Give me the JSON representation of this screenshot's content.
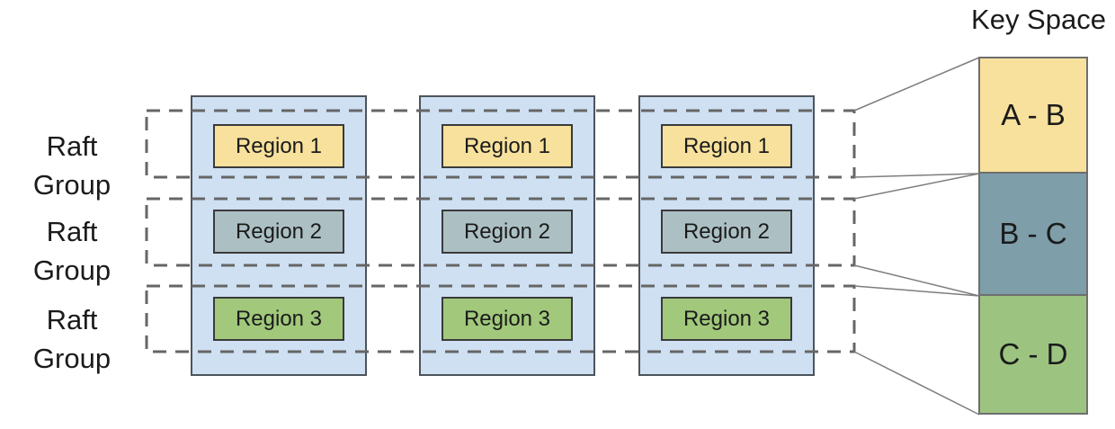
{
  "raft_groups": [
    {
      "line1": "Raft",
      "line2": "Group"
    },
    {
      "line1": "Raft",
      "line2": "Group"
    },
    {
      "line1": "Raft",
      "line2": "Group"
    }
  ],
  "nodes": [
    {
      "regions": [
        {
          "label": "Region 1",
          "color": "#F7E19C"
        },
        {
          "label": "Region 2",
          "color": "#ACC0C4"
        },
        {
          "label": "Region 3",
          "color": "#A1C87B"
        }
      ]
    },
    {
      "regions": [
        {
          "label": "Region 1",
          "color": "#F7E19C"
        },
        {
          "label": "Region 2",
          "color": "#ACC0C4"
        },
        {
          "label": "Region 3",
          "color": "#A1C87B"
        }
      ]
    },
    {
      "regions": [
        {
          "label": "Region 1",
          "color": "#F7E19C"
        },
        {
          "label": "Region 2",
          "color": "#ACC0C4"
        },
        {
          "label": "Region 3",
          "color": "#A1C87B"
        }
      ]
    }
  ],
  "key_space": {
    "title": "Key Space",
    "ranges": [
      {
        "label": "A - B",
        "color": "#F7E19C"
      },
      {
        "label": "B - C",
        "color": "#7E9EA9"
      },
      {
        "label": "C - D",
        "color": "#9CC480"
      }
    ]
  },
  "colors": {
    "node_fill": "#CEE0F2",
    "node_border": "#4C545C",
    "region_border": "#3A3A3A",
    "key_range_border": "#6E6E6E",
    "dashed_boundary": "#666666",
    "connector_line": "#7D7D7D",
    "text": "#1B1B1B"
  }
}
